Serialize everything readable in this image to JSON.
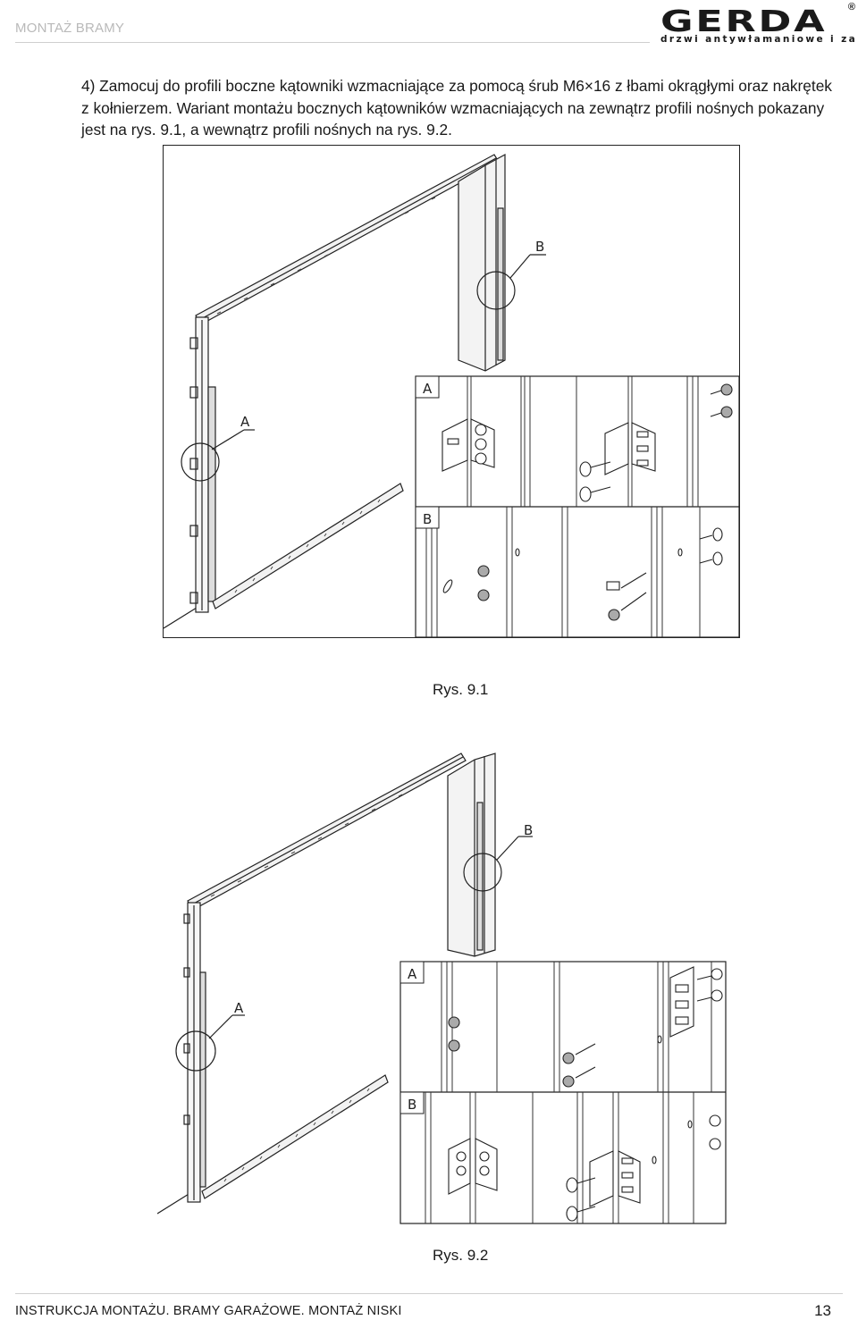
{
  "header": {
    "section_title": "MONTAŻ BRAMY",
    "logo_text": "GERDA",
    "logo_tagline": "drzwi antywłamaniowe i zamki",
    "logo_reg_mark": "®"
  },
  "instruction": {
    "text": "4) Zamocuj do profili boczne kątowniki wzmacniające za pomocą śrub M6×16 z łbami okrągłymi oraz nakrętek z kołnierzem. Wariant montażu bocznych kątowników wzmacniających na zewnątrz profili nośnych pokazany jest na rys. 9.1, a wewnątrz profili nośnych na rys. 9.2."
  },
  "figures": [
    {
      "caption": "Rys. 9.1",
      "callouts": [
        "A",
        "B"
      ],
      "detail_labels": [
        "A",
        "B"
      ]
    },
    {
      "caption": "Rys. 9.2",
      "callouts": [
        "A",
        "B"
      ],
      "detail_labels": [
        "A",
        "B"
      ]
    }
  ],
  "footer": {
    "document_title": "INSTRUKCJA MONTAŻU. BRAMY GARAŻOWE. MONTAŻ NISKI",
    "page_number": "13"
  }
}
